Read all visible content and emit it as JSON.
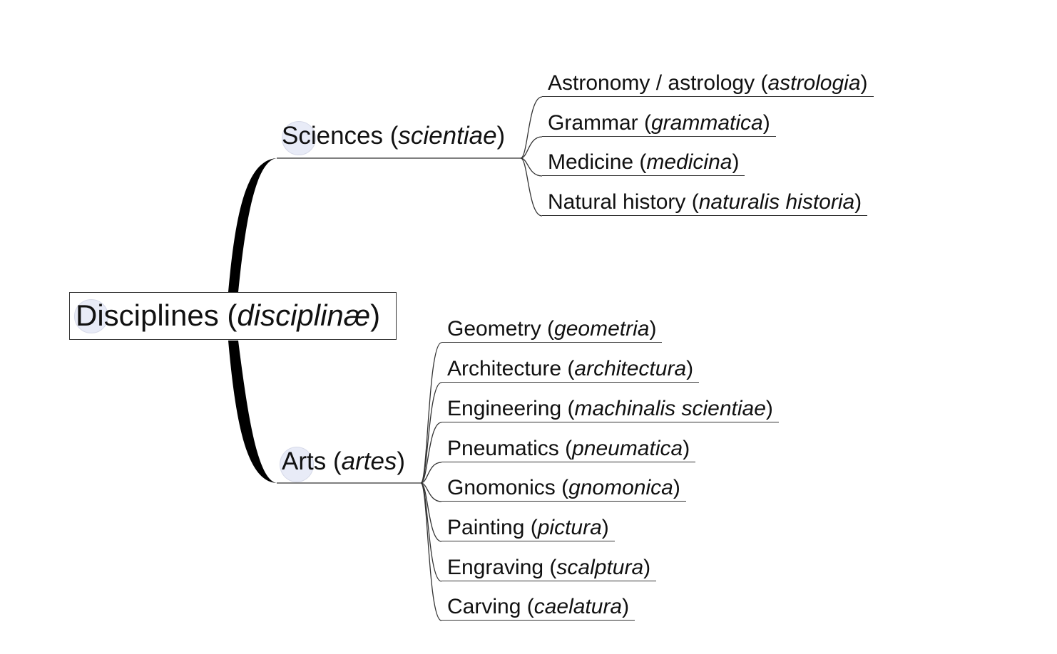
{
  "root": {
    "label": "Disciplines (",
    "latin": "disciplinæ",
    "close": ")"
  },
  "branches": [
    {
      "label": "Sciences (",
      "latin": "scientiae",
      "close": ")",
      "children": [
        {
          "label": "Astronomy / astrology (",
          "latin": "astrologia",
          "close": ")"
        },
        {
          "label": "Grammar (",
          "latin": "grammatica",
          "close": ")"
        },
        {
          "label": "Medicine (",
          "latin": "medicina",
          "close": ")"
        },
        {
          "label": "Natural history (",
          "latin": "naturalis historia",
          "close": ")"
        }
      ]
    },
    {
      "label": "Arts (",
      "latin": "artes",
      "close": ")",
      "children": [
        {
          "label": "Geometry (",
          "latin": "geometria",
          "close": ")"
        },
        {
          "label": "Architecture (",
          "latin": "architectura",
          "close": ")"
        },
        {
          "label": "Engineering (",
          "latin": "machinalis scientiae",
          "close": ")"
        },
        {
          "label": "Pneumatics (",
          "latin": "pneumatica",
          "close": ")"
        },
        {
          "label": "Gnomonics (",
          "latin": "gnomonica",
          "close": ")"
        },
        {
          "label": "Painting (",
          "latin": "pictura",
          "close": ")"
        },
        {
          "label": "Engraving (",
          "latin": "scalptura",
          "close": ")"
        },
        {
          "label": "Carving (",
          "latin": "caelatura",
          "close": ")"
        }
      ]
    }
  ]
}
